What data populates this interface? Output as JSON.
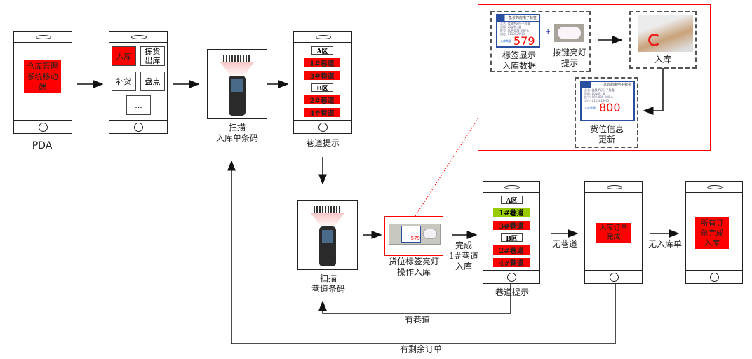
{
  "pda": {
    "label": "PDA",
    "screen": "仓库管理系统移动端"
  },
  "menu": {
    "items": [
      "入库",
      "拣货出库",
      "补货",
      "盘点",
      "..."
    ]
  },
  "scan1": {
    "label": "扫描\n入库单条码"
  },
  "lane_hint1": {
    "label": "巷道提示",
    "zone_a": "A区",
    "zone_b": "B区",
    "lanes": [
      "1#巷道",
      "3#巷道",
      "2#巷道",
      "4#巷道"
    ]
  },
  "scan2": {
    "label": "扫描\n巷道条码"
  },
  "device": {
    "label": "货位标签亮灯\n操作入库",
    "number": "579"
  },
  "complete_arrow": {
    "label": "完成\n1#巷道\n入库"
  },
  "lane_hint2": {
    "label": "巷道提示",
    "zone_a": "A区",
    "zone_b": "B区",
    "lanes": [
      "1#巷道",
      "3#巷道",
      "2#巷道",
      "4#巷道"
    ],
    "done_color": "#99cc00"
  },
  "no_lane": {
    "label": "无巷道"
  },
  "order_done": {
    "screen": "入库订单完成"
  },
  "no_order": {
    "label": "无入库单"
  },
  "all_done": {
    "screen": "所有订单完成入库"
  },
  "loop_lane": {
    "label": "有巷道"
  },
  "loop_order": {
    "label": "有剩余订单"
  },
  "detail": {
    "tag_title": "急诊药房电子标签",
    "tag_lines": [
      "品名: 盐酸甲闭分子胶囊",
      "规格: 20g/袋, 盒",
      "批号: 00A-008-088-A",
      "货位: 0113029PJO"
    ],
    "tag_qty_label": "入库数量",
    "tag_value_before": "579",
    "tag_value_after": "800",
    "plus": "+",
    "step1_label": "标签显示\n入库数据",
    "step2_label": "按键亮灯\n提示",
    "step3_label": "入库",
    "step4_label": "货位信息\n更新"
  },
  "colors": {
    "accent_red": "#ff0000",
    "lane_done": "#99cc00",
    "tag_blue": "#2a4ea0"
  }
}
